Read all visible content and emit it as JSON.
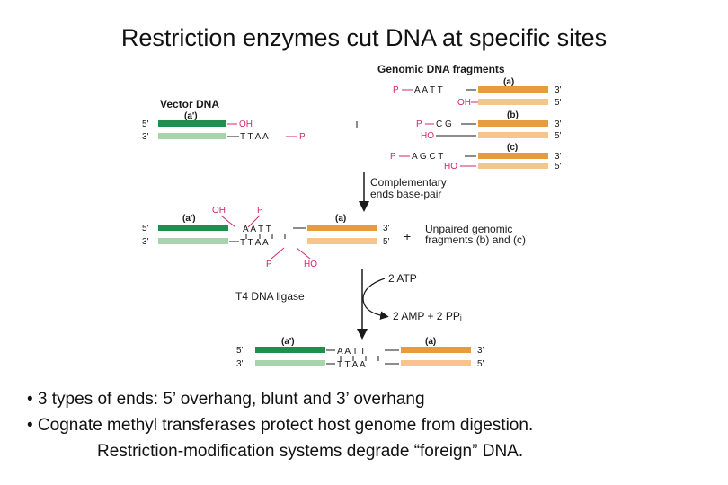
{
  "title": "Restriction enzymes cut DNA at specific sites",
  "colors": {
    "vector_dark": "#1f8f4e",
    "vector_light": "#a9d3ad",
    "genomic_dark": "#e79b3c",
    "genomic_light": "#f6c48c",
    "label_magenta": "#d2286a",
    "text": "#1a1a1a"
  },
  "diagram": {
    "vector": {
      "heading": "Vector DNA",
      "tag": "(a')",
      "top_5": "5'",
      "bot_3": "3'",
      "top_end": "OH",
      "bot_seq": "T T A A",
      "bot_end": "P"
    },
    "genomic": {
      "heading": "Genomic DNA fragments",
      "fragments": [
        {
          "tag": "(a)",
          "top_label": "P",
          "top_seq": "A A T T",
          "bot_label": "OH",
          "bot_seq": "",
          "top_3": "3'",
          "bot_5": "5'"
        },
        {
          "tag": "(b)",
          "top_label": "P",
          "top_seq": "C G",
          "bot_label": "HO",
          "bot_seq": "",
          "top_3": "3'",
          "bot_5": "5'"
        },
        {
          "tag": "(c)",
          "top_label": "P",
          "top_seq": "A G C T",
          "bot_label": "HO",
          "bot_seq": "",
          "top_3": "3'",
          "bot_5": "5'"
        }
      ]
    },
    "step1_label_line1": "Complementary",
    "step1_label_line2": "ends base-pair",
    "annealed": {
      "vector_tag": "(a')",
      "genomic_tag": "(a)",
      "oh_label": "OH",
      "p_top_label": "P",
      "p_bot_label": "P",
      "ho_label": "HO",
      "top_seq": "A A T T",
      "bot_seq": "T T A A",
      "left_5": "5'",
      "left_3": "3'",
      "right_3": "3'",
      "right_5": "5'",
      "plus": "+",
      "unpaired_line1": "Unpaired genomic",
      "unpaired_line2": "fragments (b) and (c)"
    },
    "ligase": {
      "enzyme": "T4 DNA ligase",
      "atp": "2 ATP",
      "products": "2 AMP + 2 PPᵢ"
    },
    "ligated": {
      "vector_tag": "(a')",
      "genomic_tag": "(a)",
      "top_seq": "A A T T",
      "bot_seq": "T T A A",
      "left_5": "5'",
      "left_3": "3'",
      "right_3": "3'",
      "right_5": "5'"
    }
  },
  "bullets": [
    "• 3 types of ends: 5’ overhang, blunt and 3’ overhang",
    "• Cognate methyl transferases protect host genome from digestion.",
    "Restriction-modification systems degrade “foreign” DNA."
  ]
}
